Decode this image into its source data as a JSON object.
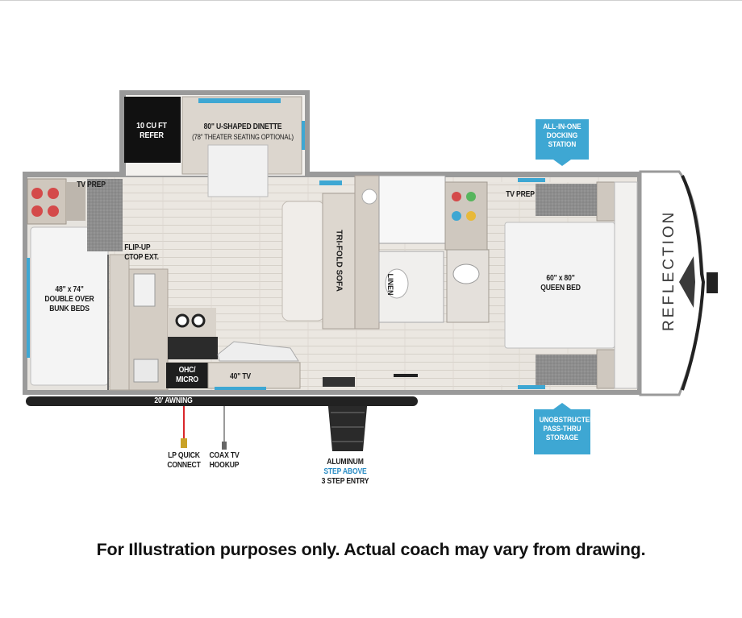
{
  "floorplan": {
    "brand": "REFLECTION",
    "rooms": {
      "refer": [
        "10 CU FT",
        "REFER"
      ],
      "dinette": [
        "80\" U-SHAPED DINETTE",
        "(78\" THEATER SEATING OPTIONAL)"
      ],
      "tv_prep_front": "TV PREP",
      "tv_prep_rear": "TV PREP",
      "bunks": [
        "48\" x 74\"",
        "DOUBLE OVER",
        "BUNK BEDS"
      ],
      "flip_up": [
        "FLIP-UP",
        "CTOP EXT."
      ],
      "sofa": "TRI-FOLD SOFA",
      "linen": "LINEN",
      "queen_bed": [
        "60\" x 80\"",
        "QUEEN BED"
      ],
      "ohc": [
        "OHC/",
        "MICRO"
      ],
      "tv40": "40\" TV",
      "awning": "20' AWNING"
    },
    "callouts": {
      "docking": [
        "ALL-IN-ONE",
        "DOCKING",
        "STATION"
      ],
      "storage": [
        "UNOBSTRUCTED",
        "PASS-THRU",
        "STORAGE"
      ]
    },
    "exterior": {
      "lp": [
        "LP QUICK",
        "CONNECT"
      ],
      "coax": [
        "COAX TV",
        "HOOKUP"
      ],
      "step": [
        "ALUMINUM",
        "STEP ABOVE",
        "3 STEP ENTRY"
      ]
    },
    "colors": {
      "callout": "#3ea7d3",
      "lp_line": "#d9262b",
      "window": "#3ea7d3",
      "wall": "#9c9c9c",
      "floor": "#ece8e2"
    }
  },
  "disclaimer": "For Illustration purposes only.  Actual coach may vary from drawing."
}
